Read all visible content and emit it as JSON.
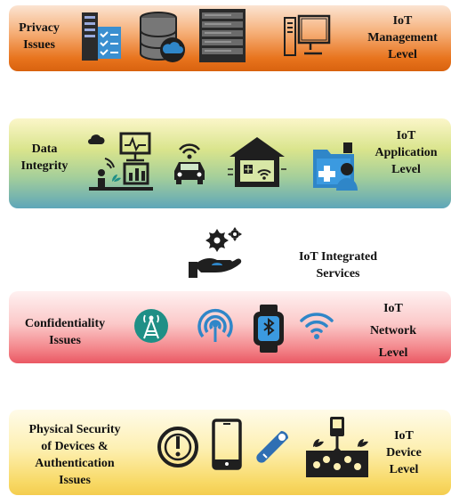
{
  "levels": [
    {
      "issue": [
        "Privacy",
        "Issues"
      ],
      "level": [
        "IoT",
        "Management",
        "Level"
      ],
      "icons": [
        "server-checklist-icon",
        "cloud-database-icon",
        "server-rack-icon",
        "computer-monitor-icon"
      ]
    },
    {
      "issue": [
        "Data",
        "Integrity"
      ],
      "level": [
        "IoT",
        "Application",
        "Level"
      ],
      "icons": [
        "smart-farm-icon",
        "smart-car-icon",
        "smart-home-icon",
        "medical-records-icon"
      ]
    },
    {
      "issue": [
        "Confidentiality",
        "Issues"
      ],
      "level": [
        "IoT",
        "Network",
        "Level"
      ],
      "icons": [
        "cell-tower-icon",
        "radio-signal-icon",
        "bluetooth-watch-icon",
        "wifi-icon"
      ]
    },
    {
      "issue": [
        "Physical Security",
        "of Devices &",
        "Authentication",
        "Issues"
      ],
      "level": [
        "IoT",
        "Device",
        "Level"
      ],
      "icons": [
        "alert-gauge-icon",
        "smartphone-icon",
        "sensor-probe-icon",
        "soil-sensor-icon"
      ]
    }
  ],
  "services": {
    "label": [
      "IoT Integrated",
      "Services"
    ],
    "icon": "gears-hand-icon"
  },
  "colors": {
    "management": "#e8741e",
    "application": "#5ea6b9",
    "network": "#ea5863",
    "device": "#f4cd4f",
    "icon_dark": "#1f1f1f",
    "icon_blue": "#2f86c8",
    "icon_teal": "#1f8f86"
  }
}
